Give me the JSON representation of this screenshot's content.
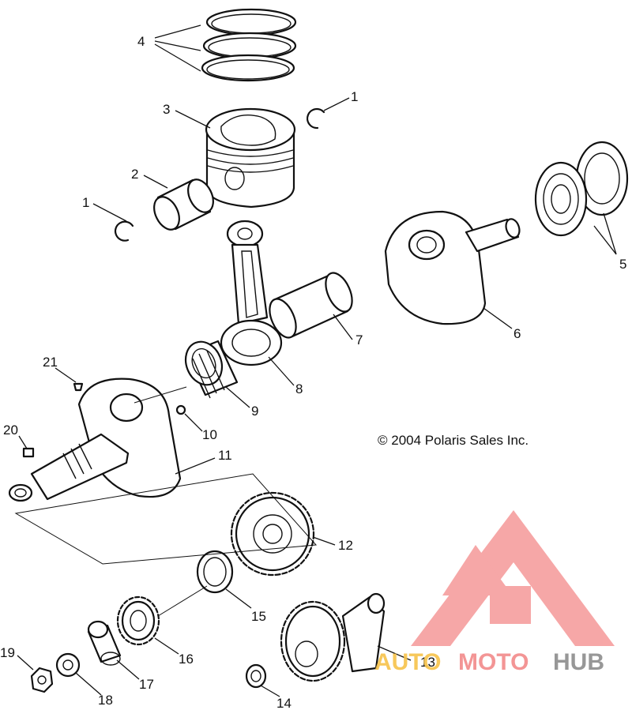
{
  "copyright": "© 2004 Polaris Sales Inc.",
  "watermark": {
    "text_auto": "AUTO",
    "text_moto": "MOTO",
    "text_hub": "HUB",
    "color_auto": "#f7c34a",
    "color_moto": "#f28a8a",
    "color_hub": "#8c8c8c",
    "logo_color": "#f48a8a"
  },
  "labels": {
    "l1a": "1",
    "l1b": "1",
    "l2": "2",
    "l3": "3",
    "l4": "4",
    "l5": "5",
    "l6": "6",
    "l7": "7",
    "l8": "8",
    "l9": "9",
    "l10": "10",
    "l11": "11",
    "l12": "12",
    "l13": "13",
    "l14": "14",
    "l15": "15",
    "l16": "16",
    "l17": "17",
    "l18": "18",
    "l19": "19",
    "l20": "20",
    "l21": "21"
  }
}
